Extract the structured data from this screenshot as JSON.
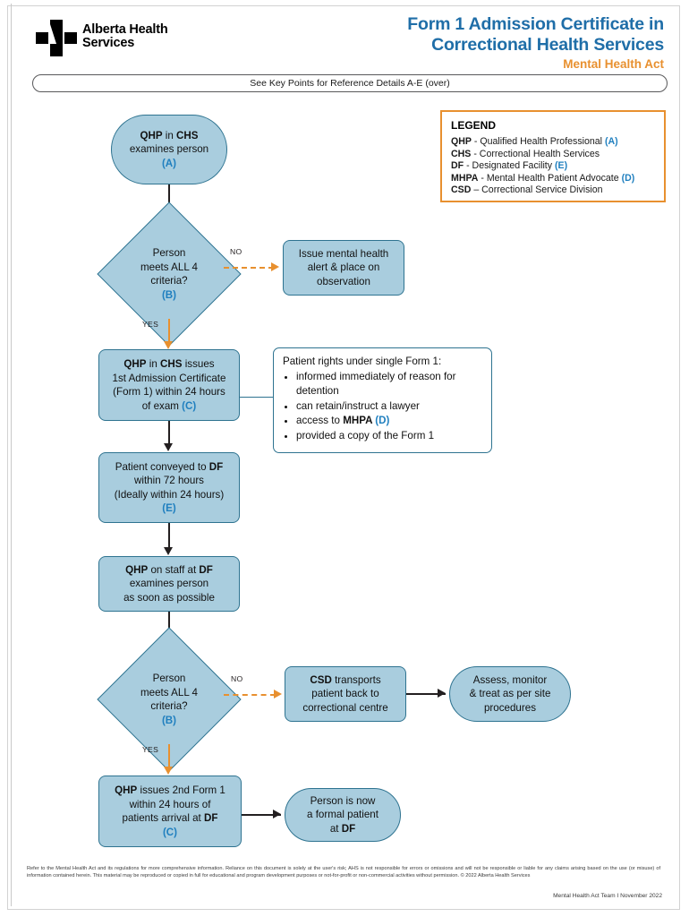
{
  "header": {
    "logo_name": "alberta-health-services-logo",
    "logo_text_line1": "Alberta Health",
    "logo_text_line2": "Services",
    "title_line1": "Form 1 Admission Certificate in",
    "title_line2": "Correctional Health Services",
    "subtitle": "Mental Health Act",
    "title_color": "#1F6EA8",
    "subtitle_color": "#E8902F",
    "reference_bar": "See Key Points for Reference Details A-E (over)"
  },
  "legend": {
    "title": "LEGEND",
    "border_color": "#E8902F",
    "items": [
      {
        "abbr": "QHP",
        "sep": " - ",
        "text": "Qualified Health Professional ",
        "ref": "(A)"
      },
      {
        "abbr": "CHS",
        "sep": " - ",
        "text": "Correctional Health Services",
        "ref": ""
      },
      {
        "abbr": "DF",
        "sep": " - ",
        "text": "Designated Facility ",
        "ref": "(E)"
      },
      {
        "abbr": "MHPA",
        "sep": " - ",
        "text": "Mental Health Patient Advocate ",
        "ref": "(D)"
      },
      {
        "abbr": "CSD",
        "sep": " – ",
        "text": "Correctional Service Division",
        "ref": ""
      }
    ]
  },
  "flow": {
    "node_fill": "#A9CDDE",
    "node_border": "#2E7390",
    "yes_label": "YES",
    "no_label": "NO",
    "start": {
      "line1_bold1": "QHP",
      "line1_mid": " in ",
      "line1_bold2": "CHS",
      "line2": "examines person",
      "ref": "(A)"
    },
    "decision1": {
      "line1": "Person",
      "line2": "meets ALL 4",
      "line3": "criteria?",
      "ref": "(B)"
    },
    "alert": {
      "line1": "Issue mental health",
      "line2": "alert & place on",
      "line3": "observation"
    },
    "certificate1": {
      "line1_bold1": "QHP",
      "line1_mid": " in ",
      "line1_bold2": "CHS",
      "line1_end": " issues",
      "line2": "1st Admission Certificate",
      "line3": "(Form 1) within 24 hours",
      "line4": "of exam  ",
      "ref": "(C)"
    },
    "rights": {
      "heading": "Patient rights under single Form 1:",
      "bullets": [
        {
          "pre": "informed immediately of reason  for detention",
          "bold": "",
          "ref": ""
        },
        {
          "pre": "can retain/instruct a lawyer",
          "bold": "",
          "ref": ""
        },
        {
          "pre": "access to ",
          "bold": "MHPA",
          "ref": " (D)"
        },
        {
          "pre": "provided a copy of the Form 1",
          "bold": "",
          "ref": ""
        }
      ]
    },
    "conveyed": {
      "line1_pre": "Patient conveyed to ",
      "line1_bold": "DF",
      "line2": "within 72 hours",
      "line3": "(Ideally within 24 hours)",
      "ref": "(E)"
    },
    "staff_exam": {
      "line1_bold1": "QHP",
      "line1_mid": " on staff at ",
      "line1_bold2": "DF",
      "line2": "examines person",
      "line3": "as soon as possible"
    },
    "decision2": {
      "line1": "Person",
      "line2": "meets ALL 4",
      "line3": "criteria?",
      "ref": "(B)"
    },
    "csd": {
      "line1_bold": "CSD",
      "line1_end": " transports",
      "line2": "patient back to",
      "line3": "correctional centre"
    },
    "assess": {
      "line1": "Assess, monitor",
      "line2": "& treat as per site",
      "line3": "procedures"
    },
    "certificate2": {
      "line1_bold": "QHP",
      "line1_end": " issues 2nd Form 1",
      "line2": "within 24 hours of",
      "line3_pre": "patients arrival at ",
      "line3_bold": "DF",
      "ref": "(C)"
    },
    "formal": {
      "line1": "Person is now",
      "line2": "a formal patient",
      "line3_pre": "at ",
      "line3_bold": "DF"
    }
  },
  "footer": {
    "disclaimer": "Refer to the Mental Health Act and its regulations for more comprehensive information.  Reliance on this document is solely at the user's risk; AHS is not responsible for errors or omissions and will not be responsible or liable for any claims arising based on the use (or misuse) of information contained herein.  This material may be reproduced or copied in full for educational and program development purposes or not-for-profit or non-commercial activities without permission.  © 2022 Alberta Health Services",
    "credit": "Mental Health Act Team  I  November 2022"
  }
}
